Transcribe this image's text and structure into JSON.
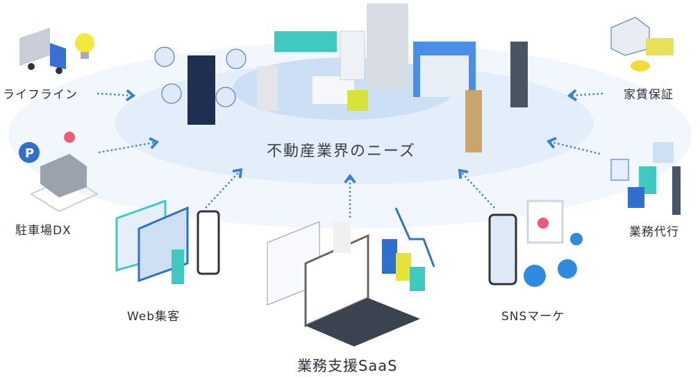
{
  "center": {
    "title": "不動産業界のニーズ"
  },
  "items": [
    {
      "id": "lifeline",
      "label": "ライフライン"
    },
    {
      "id": "rent-guarantee",
      "label": "家賃保証"
    },
    {
      "id": "parking-dx",
      "label": "駐車場DX"
    },
    {
      "id": "outsourcing",
      "label": "業務代行"
    },
    {
      "id": "web-marketing",
      "label": "Web集客"
    },
    {
      "id": "sns-marketing",
      "label": "SNSマーケ"
    },
    {
      "id": "saas",
      "label": "業務支援SaaS"
    }
  ],
  "colors": {
    "arrow": "#3f7fd0",
    "outer": "#f1f6fc",
    "inner": "#e3eefa",
    "core": "#cfdff5",
    "accent": "#40c9c0"
  }
}
